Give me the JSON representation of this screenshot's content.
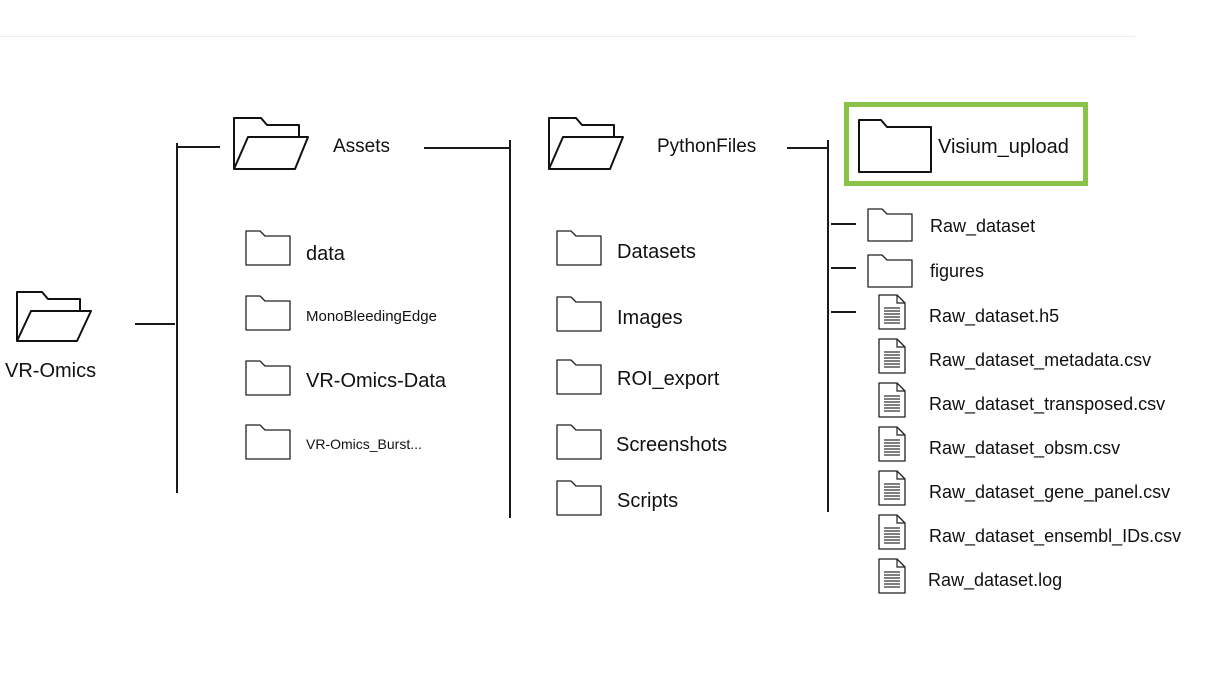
{
  "root": {
    "label": "VR-Omics",
    "icon": "folder-open-icon"
  },
  "level1": {
    "folder": {
      "label": "Assets",
      "icon": "folder-open-icon"
    },
    "children": [
      {
        "label": "data",
        "icon": "folder-icon"
      },
      {
        "label": "MonoBleedingEdge",
        "icon": "folder-icon"
      },
      {
        "label": "VR-Omics-Data",
        "icon": "folder-icon"
      },
      {
        "label": "VR-Omics_Burst...",
        "icon": "folder-icon"
      }
    ]
  },
  "level2": {
    "folder": {
      "label": "PythonFiles",
      "icon": "folder-open-icon"
    },
    "children": [
      {
        "label": "Datasets",
        "icon": "folder-icon"
      },
      {
        "label": "Images",
        "icon": "folder-icon"
      },
      {
        "label": "ROI_export",
        "icon": "folder-icon"
      },
      {
        "label": "Screenshots",
        "icon": "folder-icon"
      },
      {
        "label": "Scripts",
        "icon": "folder-icon"
      }
    ]
  },
  "level3": {
    "folder": {
      "label": "Visium_upload",
      "icon": "folder-icon",
      "highlight_color": "#8bc34a"
    },
    "children": [
      {
        "label": "Raw_dataset",
        "icon": "folder-icon"
      },
      {
        "label": "figures",
        "icon": "folder-icon"
      },
      {
        "label": "Raw_dataset.h5",
        "icon": "file-text-icon"
      },
      {
        "label": "Raw_dataset_metadata.csv",
        "icon": "file-text-icon"
      },
      {
        "label": "Raw_dataset_transposed.csv",
        "icon": "file-text-icon"
      },
      {
        "label": "Raw_dataset_obsm.csv",
        "icon": "file-text-icon"
      },
      {
        "label": "Raw_dataset_gene_panel.csv",
        "icon": "file-text-icon"
      },
      {
        "label": "Raw_dataset_ensembl_IDs.csv",
        "icon": "file-text-icon"
      },
      {
        "label": "Raw_dataset.log",
        "icon": "file-text-icon"
      }
    ]
  }
}
